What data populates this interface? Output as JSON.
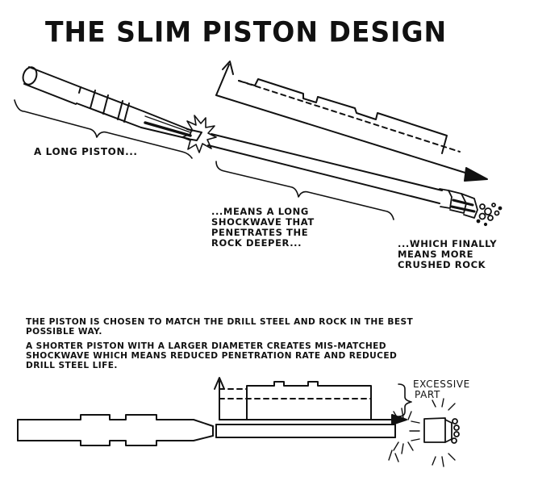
{
  "title": "THE SLIM PISTON DESIGN",
  "labels": {
    "long_piston": "A LONG PISTON...",
    "long_shockwave": [
      "...MEANS A LONG",
      "SHOCKWAVE THAT",
      "PENETRATES THE",
      "ROCK DEEPER..."
    ],
    "crushed_rock": [
      "...WHICH FINALLY",
      "MEANS MORE",
      "CRUSHED ROCK"
    ],
    "excessive_part": [
      "EXCESSIVE",
      "PART"
    ]
  },
  "paragraphs": {
    "best_match": [
      "THE PISTON IS CHOSEN TO MATCH THE DRILL STEEL AND ROCK IN THE BEST",
      "POSSIBLE WAY."
    ],
    "shorter_piston": [
      "A SHORTER PISTON WITH A LARGER DIAMETER CREATES MIS-MATCHED",
      "SHOCKWAVE WHICH MEANS REDUCED PENETRATION RATE AND REDUCED",
      "DRILL STEEL LIFE."
    ]
  }
}
